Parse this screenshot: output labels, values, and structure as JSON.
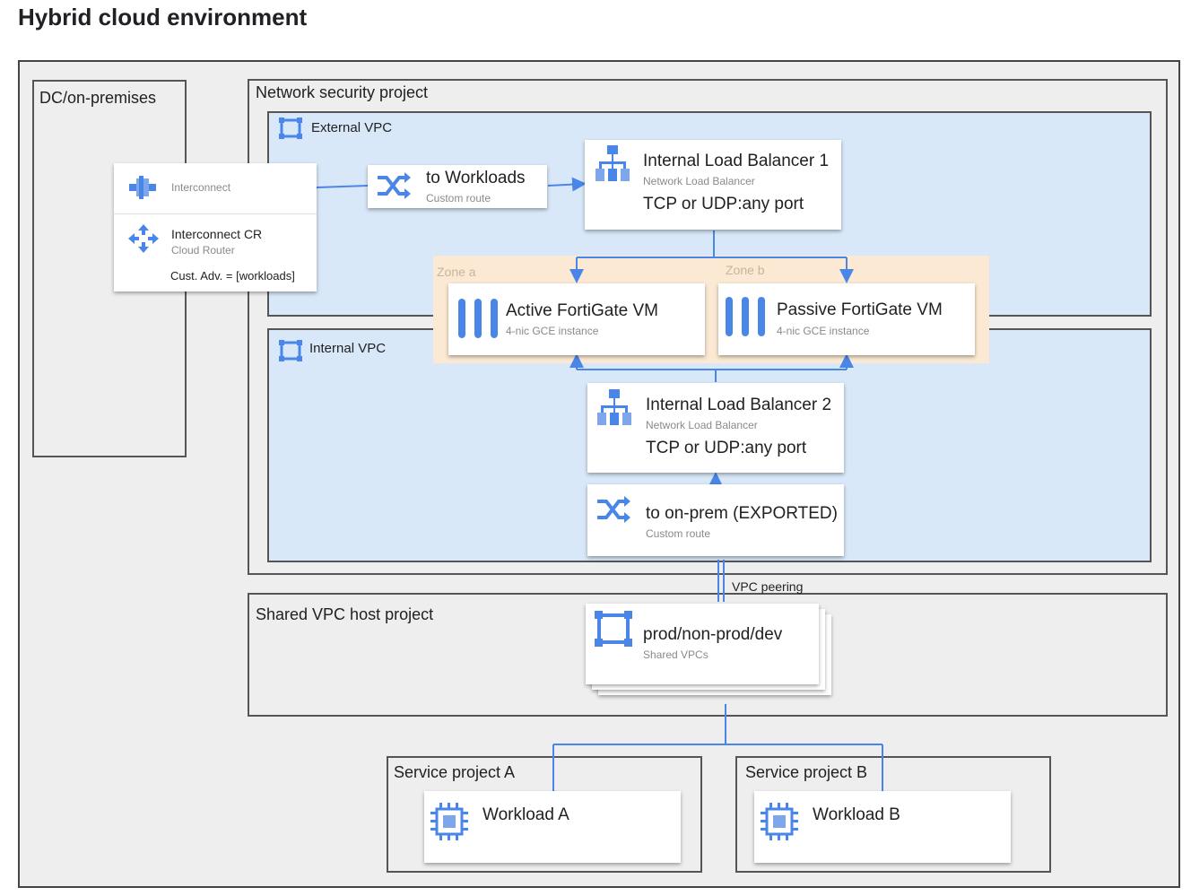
{
  "title": "Hybrid cloud environment",
  "dc": {
    "label": "DC/on-premises"
  },
  "interconnect": {
    "label": "Interconnect"
  },
  "interconnect_cr": {
    "title": "Interconnect CR",
    "subtitle": "Cloud Router",
    "adv": "Cust. Adv. = [workloads]"
  },
  "network_security_project": {
    "label": "Network security project"
  },
  "external_vpc": {
    "label": "External VPC"
  },
  "internal_vpc": {
    "label": "Internal VPC"
  },
  "route_workloads": {
    "title": "to Workloads",
    "subtitle": "Custom route"
  },
  "ilb1": {
    "title": "Internal Load Balancer 1",
    "subtitle": "Network Load Balancer",
    "detail": "TCP or UDP:any port"
  },
  "zone_a": {
    "label": "Zone a"
  },
  "zone_b": {
    "label": "Zone b"
  },
  "active_vm": {
    "title": "Active FortiGate VM",
    "subtitle": "4-nic GCE instance"
  },
  "passive_vm": {
    "title": "Passive FortiGate VM",
    "subtitle": "4-nic GCE instance"
  },
  "ilb2": {
    "title": "Internal Load Balancer 2",
    "subtitle": "Network Load Balancer",
    "detail": "TCP or UDP:any port"
  },
  "route_onprem": {
    "title": "to on-prem (EXPORTED)",
    "subtitle": "Custom route"
  },
  "vpc_peering": {
    "label": "VPC peering"
  },
  "shared_vpc_host": {
    "label": "Shared VPC host project"
  },
  "shared_vpcs": {
    "title": "prod/non-prod/dev",
    "subtitle": "Shared VPCs"
  },
  "service_a": {
    "label": "Service project A",
    "workload": "Workload A"
  },
  "service_b": {
    "label": "Service project B",
    "workload": "Workload B"
  },
  "colors": {
    "accent": "#4a86e8",
    "vpc_fill": "#d8e8f8",
    "zone_fill": "#fbe9d4"
  }
}
